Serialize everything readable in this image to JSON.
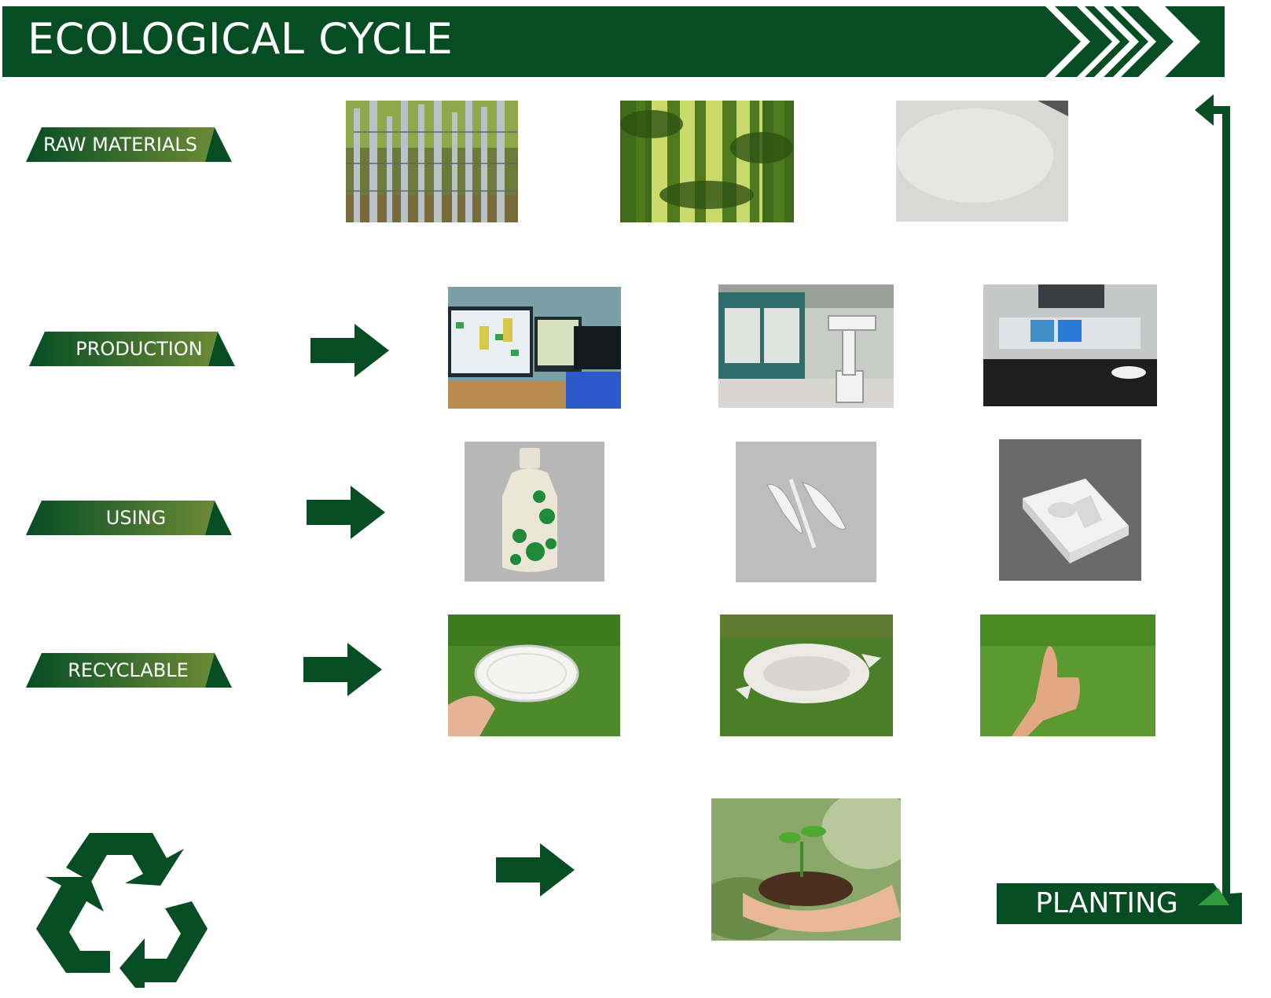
{
  "title": "ECOLOGICAL CYCLE",
  "stages": [
    {
      "label": "RAW MATERIALS"
    },
    {
      "label": "PRODUCTION"
    },
    {
      "label": "USING"
    },
    {
      "label": "RECYCLABLE"
    }
  ],
  "final_stage": {
    "label": "PLANTING"
  },
  "photos": {
    "raw_materials": [
      "sugarcane-stalks",
      "bamboo-grove",
      "white-pulp-sheet"
    ],
    "production": [
      "control-computer",
      "robotic-arm-line",
      "molding-machine"
    ],
    "using": [
      "printed-bottle",
      "leaf-cutlery",
      "packaging-tray"
    ],
    "recyclable": [
      "plate-on-grass",
      "broken-plate-on-grass",
      "thumbs-up-on-grass"
    ],
    "planting": [
      "seedling-in-hands"
    ]
  },
  "colors": {
    "brand_green": "#064d24",
    "label_green_light": "#6b8a36",
    "grass_green": "#4e8a2a"
  },
  "icons": [
    "chevron-right-icon",
    "arrow-right-icon",
    "recycle-icon",
    "return-arrow-icon"
  ]
}
